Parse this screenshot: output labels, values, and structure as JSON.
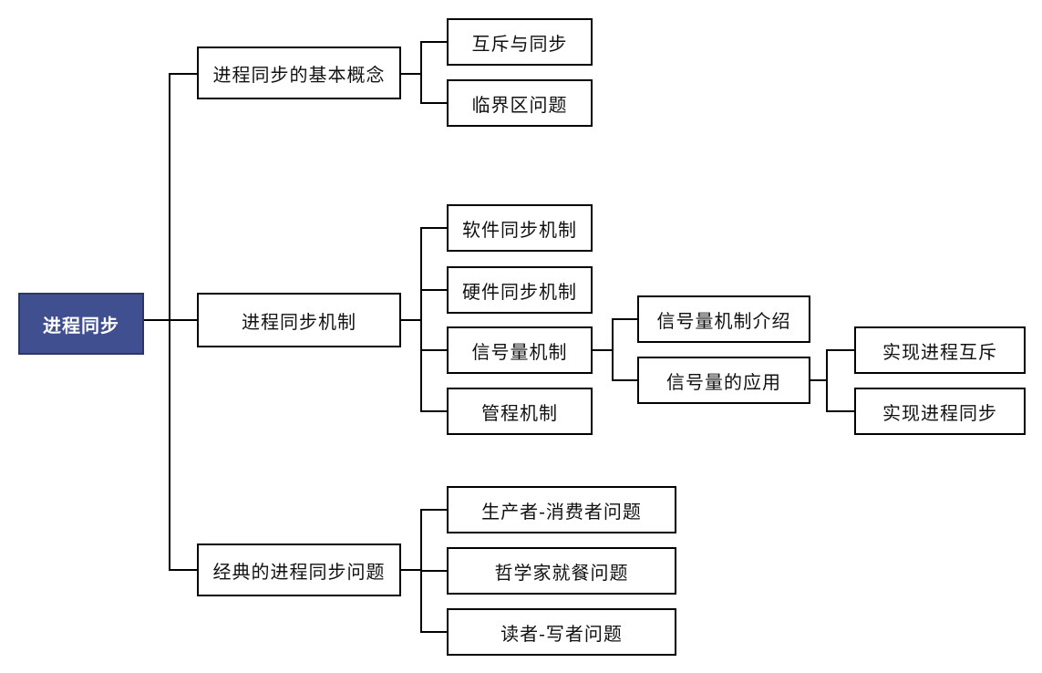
{
  "colors": {
    "root_fill": "#3f4f8f",
    "root_text": "#ffffff",
    "line": "#000000",
    "box_border": "#000000"
  },
  "tree": {
    "root": "进程同步",
    "n1": "进程同步的基本概念",
    "n1a": "互斥与同步",
    "n1b": "临界区问题",
    "n2": "进程同步机制",
    "n2a": "软件同步机制",
    "n2b": "硬件同步机制",
    "n2c": "信号量机制",
    "n2c1": "信号量机制介绍",
    "n2c2": "信号量的应用",
    "n2c2a": "实现进程互斥",
    "n2c2b": "实现进程同步",
    "n2d": "管程机制",
    "n3": "经典的进程同步问题",
    "n3a": "生产者-消费者问题",
    "n3b": "哲学家就餐问题",
    "n3c": "读者-写者问题"
  }
}
